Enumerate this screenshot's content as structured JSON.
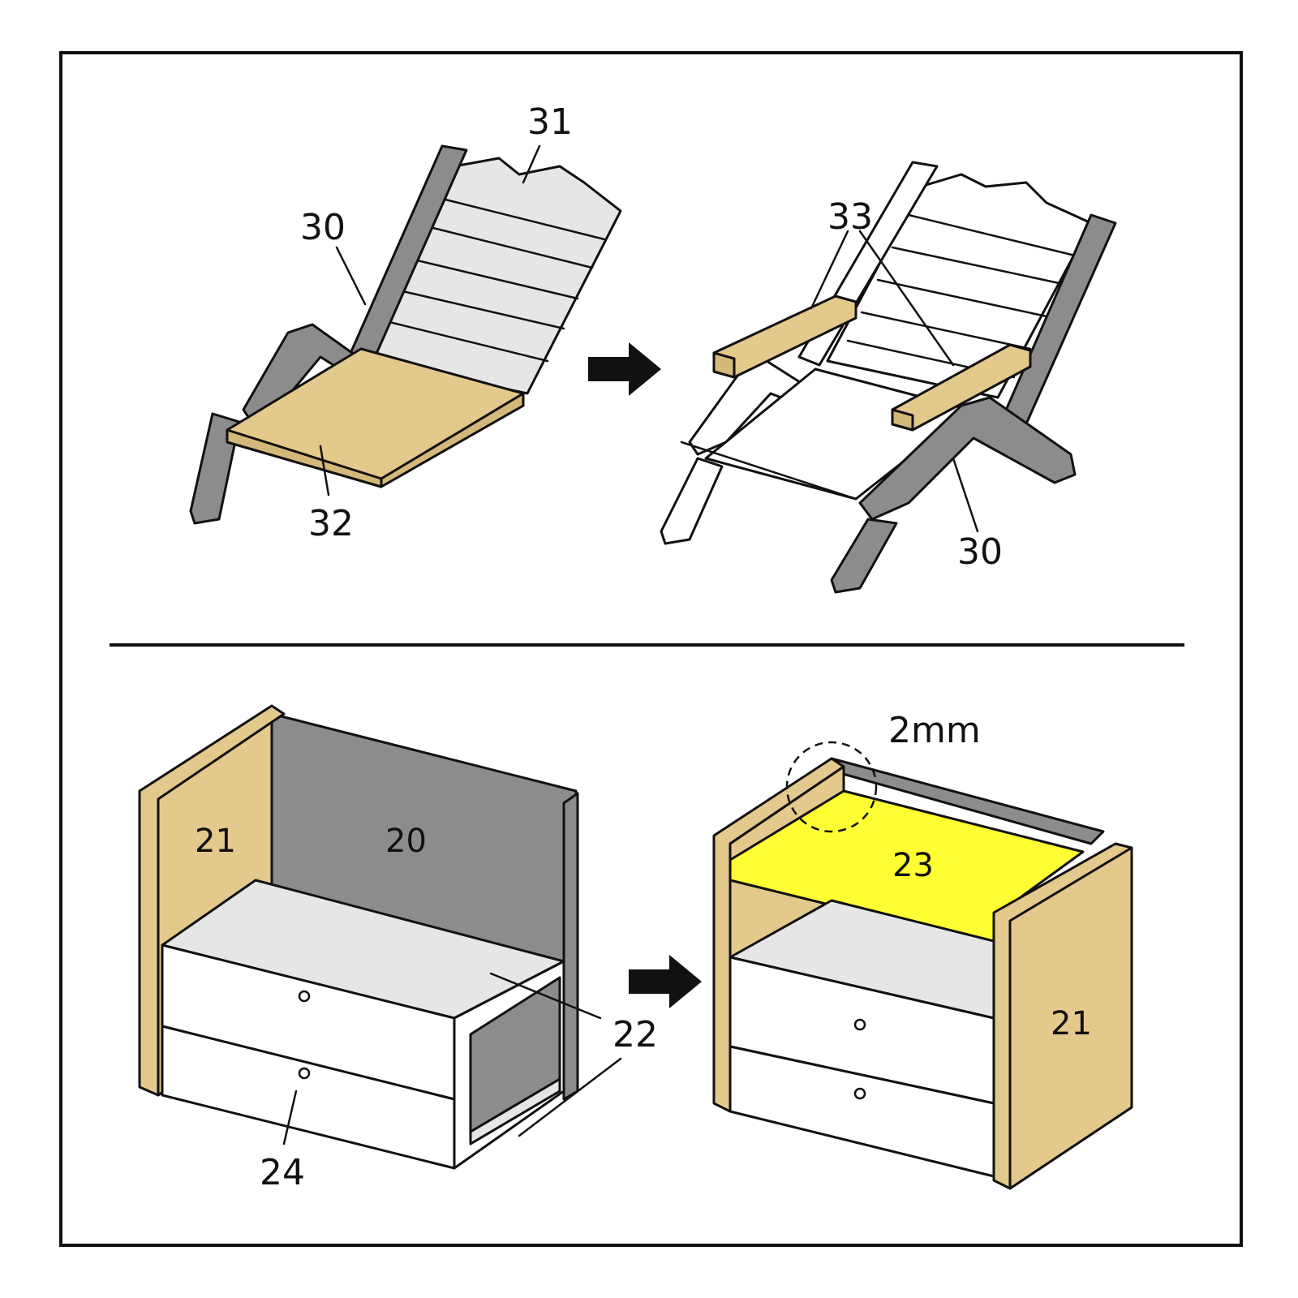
{
  "colors": {
    "frame_gray": "#8c8c8c",
    "wood_tan": "#e4c98c",
    "panel_light": "#e6e6e6",
    "highlight_yellow": "#ffff33",
    "outline": "#111111"
  },
  "top_left": {
    "label_backrest": "31",
    "label_frame": "30",
    "label_seat": "32"
  },
  "top_right": {
    "label_armrests": "33",
    "label_frame": "30"
  },
  "bottom_left": {
    "label_side": "21",
    "label_back": "20",
    "label_shelves": "22",
    "label_drawer": "24"
  },
  "bottom_right": {
    "label_gap": "2mm",
    "label_top": "23",
    "label_side": "21"
  },
  "icons": [
    "arrow-right-icon",
    "arrow-right-icon"
  ]
}
